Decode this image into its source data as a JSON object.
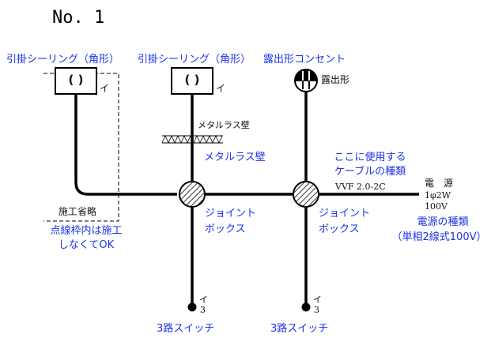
{
  "title": "No. 1",
  "ceiling_left": {
    "label": "引掛シーリング（角形）",
    "symbol": "( )",
    "mark": "イ"
  },
  "ceiling_mid": {
    "label": "引掛シーリング（角形）",
    "symbol": "( )",
    "mark": "イ"
  },
  "outlet": {
    "label": "露出形コンセント",
    "tag": "露出形"
  },
  "wall": {
    "printed_label": "メタルラス壁",
    "blue_label": "メタルラス壁"
  },
  "omit": {
    "label": "施工省略",
    "note_line1": "点線枠内は施工",
    "note_line2": "しなくてOK"
  },
  "cable": {
    "note_line1": "ここに使用する",
    "note_line2": "ケーブルの種類",
    "spec": "VVF 2.0-2C"
  },
  "power": {
    "label": "電　源",
    "phase": "1φ2W",
    "voltage": "100V",
    "note_line1": "電源の種類",
    "note_line2": "（単相2線式100V）"
  },
  "jbox_left": {
    "line1": "ジョイント",
    "line2": "ボックス"
  },
  "jbox_right": {
    "line1": "ジョイント",
    "line2": "ボックス"
  },
  "switch_left": {
    "mark": "イ",
    "num": "3",
    "label": "3路スイッチ"
  },
  "switch_right": {
    "mark": "イ",
    "num": "3",
    "label": "3路スイッチ"
  },
  "colors": {
    "annotation": "#1a33e6",
    "wire": "#000000"
  }
}
